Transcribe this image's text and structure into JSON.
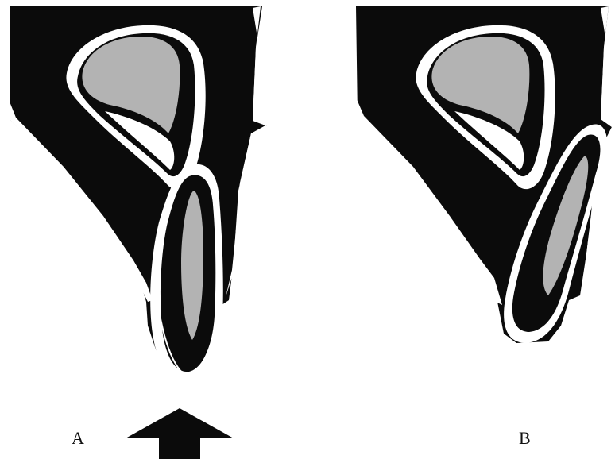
{
  "panels": [
    {
      "id": "A",
      "label": "A"
    },
    {
      "id": "B",
      "label": "B"
    }
  ],
  "force_arrow": {
    "panel": "A",
    "direction": "up",
    "icon": "force-arrow-up-icon"
  },
  "colors": {
    "ink": "#0b0b0b",
    "pulp": "#b3b3b3",
    "paper": "#ffffff"
  }
}
